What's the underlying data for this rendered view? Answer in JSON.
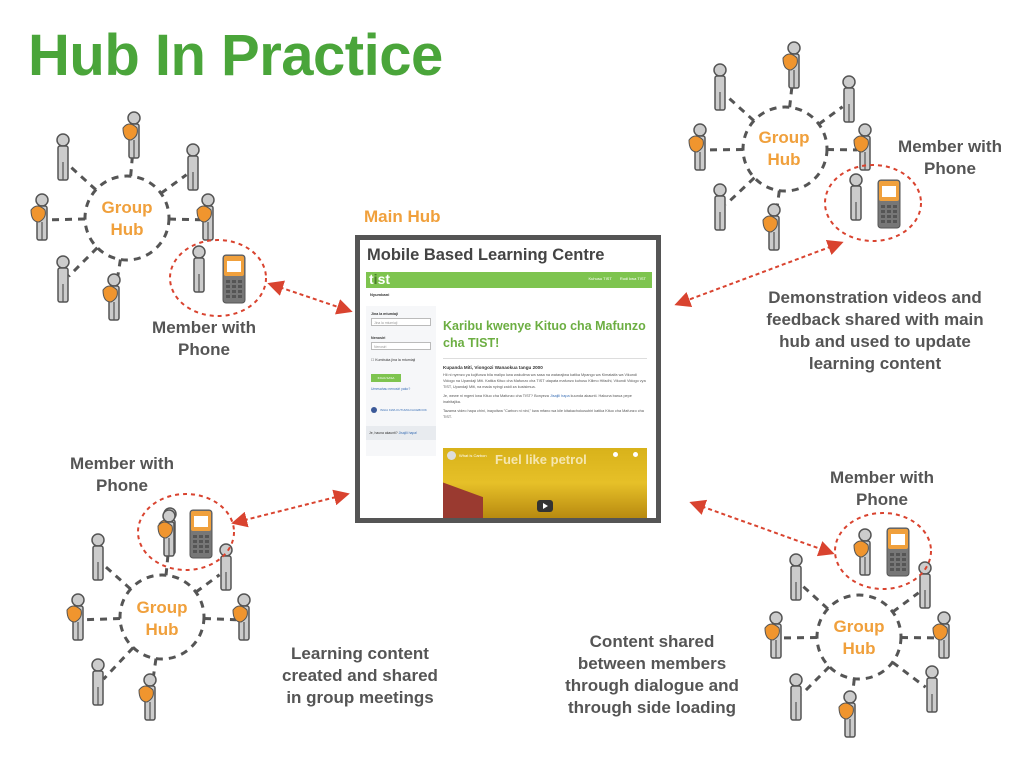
{
  "title": "Hub In Practice",
  "main_hub": {
    "label": "Main Hub",
    "screenshot": {
      "heading": "Mobile Based Learning Centre",
      "logo": {
        "pre": "t",
        "mid": "i",
        "post": "st"
      },
      "nav_links": [
        "Kuhusu TIST",
        "Rudi kwa TIST"
      ],
      "breadcrumb": "Nyumbani",
      "sidebar": {
        "username_label": "Jina la mtumiaji",
        "username_placeholder": "Jina la mtumiaji",
        "password_label": "Nenosiri",
        "password_placeholder": "Nenosiri",
        "remember_label": "Kumbuka jina la mtumiaji",
        "login_button": "INGIA SASA",
        "forgot_link": "Umesahau nenosiri yako?",
        "facebook_label": "INGIA KWA KUTUMIA FACEBOOK",
        "footer_text": "Je, hauna akaunti?",
        "footer_link": "Jisajili hapa!"
      },
      "welcome": "Karibu kwenye Kituo cha Mafunzo cha TIST!",
      "subheading": "Kupanda Miti, Viongozi Wanaokua tangu 2000",
      "paragraphs": [
        "Hii ni nyenzo ya kujifunza bila malipo kwa wakulima wa sasa na watarajiwa katika Mpango wa Kimataifa wa Vikundi Vidogo na Upandaji Miti. Katika Kituo cha Mafunzo cha TIST utapata mafunzo kuhusu Kilimo Hifadhi, Vikundi Vidogo vya TIST, Upandaji Miti, na mada nyingi zaidi za kusisimua.",
        "Je, wewe ni mgeni kwa Kituo cha Mafunzo cha TIST? Bonyeza",
        "akaunti. Hakuna barua pepe inahitajika.",
        "Tazama video hapa chini, inayoitwa \"Carbon ni nini,\" kwa mfano wa kile kitakachokusubiri katika Kituo cha Mafunzo cha TIST."
      ],
      "register_link": "Jisajili hapa",
      "register_suffix": "kuunda",
      "video": {
        "channel": "What is Carbon",
        "caption": "Fuel like petrol"
      }
    }
  },
  "groups": [
    {
      "hub_line1": "Group",
      "hub_line2": "Hub",
      "member_label_1": "Member with",
      "member_label_2": "Phone"
    },
    {
      "hub_line1": "Group",
      "hub_line2": "Hub",
      "member_label_1": "Member with",
      "member_label_2": "Phone"
    },
    {
      "hub_line1": "Group",
      "hub_line2": "Hub",
      "member_label_1": "Member with",
      "member_label_2": "Phone"
    },
    {
      "hub_line1": "Group",
      "hub_line2": "Hub",
      "member_label_1": "Member with",
      "member_label_2": "Phone"
    }
  ],
  "captions": {
    "top_right": [
      "Demonstration videos and",
      "feedback shared with main",
      "hub and used to update",
      "learning content"
    ],
    "bottom_left": [
      "Learning content",
      "created and shared",
      "in group meetings"
    ],
    "bottom_right": [
      "Content shared",
      "between members",
      "through dialogue and",
      "through side loading"
    ]
  },
  "colors": {
    "title": "#4aa53a",
    "hub_text": "#f0a03c",
    "arrow": "#d9432f",
    "person": "#888888",
    "baby": "#f0952e",
    "phone": "#f0a03c"
  }
}
